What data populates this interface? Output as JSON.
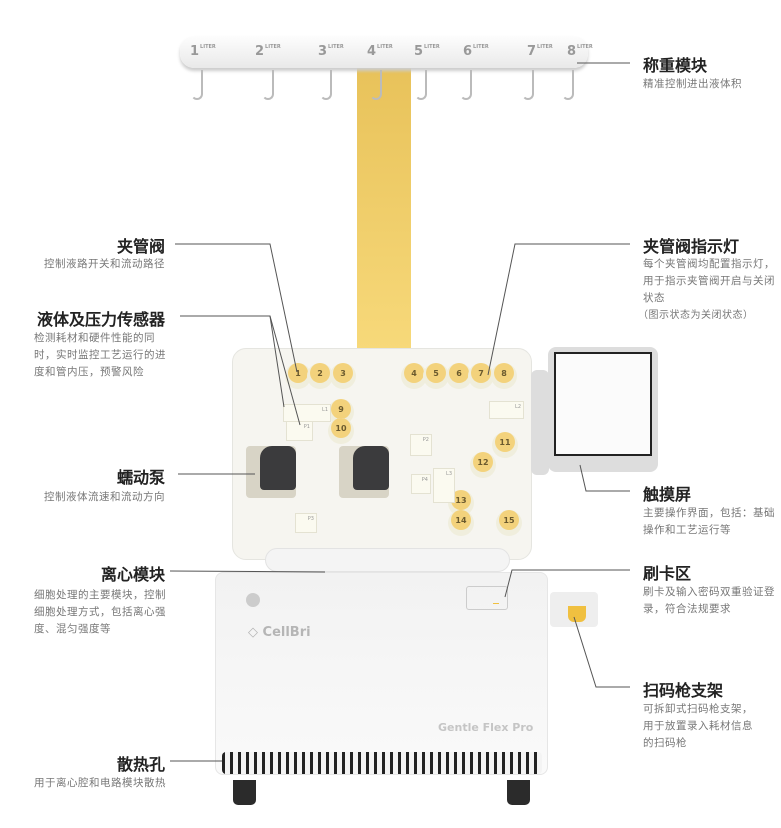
{
  "callouts": {
    "weighing": {
      "title": "称重模块",
      "desc": "精准控制进出液体积"
    },
    "pinch_valve": {
      "title": "夹管阀",
      "desc": "控制液路开关和流动路径"
    },
    "sensor": {
      "title": "液体及压力传感器",
      "desc": "检测耗材和硬件性能的同时，实时监控工艺运行的进度和管内压，预警风险"
    },
    "pump": {
      "title": "蠕动泵",
      "desc": "控制液体流速和流动方向"
    },
    "centrifuge": {
      "title": "离心模块",
      "desc": "细胞处理的主要模块，控制细胞处理方式，包括离心强度、混匀强度等"
    },
    "vent": {
      "title": "散热孔",
      "desc": "用于离心腔和电路模块散热"
    },
    "valve_light": {
      "title": "夹管阀指示灯",
      "desc": "每个夹管阀均配置指示灯，用于指示夹管阀开启与关闭状态",
      "note": "（图示状态为关闭状态）"
    },
    "touchscreen": {
      "title": "触摸屏",
      "desc": "主要操作界面，包括：基础操作和工艺运行等"
    },
    "card": {
      "title": "刷卡区",
      "desc": "刷卡及输入密码双重验证登录，符合法规要求"
    },
    "scanner": {
      "title": "扫码枪支架",
      "desc": "可拆卸式扫码枪支架，用于放置录入耗材信息的扫码枪"
    }
  },
  "scales": [
    "1",
    "2",
    "3",
    "4",
    "5",
    "6",
    "7",
    "8"
  ],
  "scale_unit": "LITER",
  "valves": [
    "1",
    "2",
    "3",
    "4",
    "5",
    "6",
    "7",
    "8",
    "9",
    "10",
    "11",
    "12",
    "13",
    "14",
    "15"
  ],
  "blocks": [
    "L1",
    "P1",
    "L2",
    "P2",
    "P4",
    "L3",
    "P3"
  ],
  "brand": "CellBri",
  "model": "Gentle Flex Pro",
  "accent": "#f3d27c"
}
